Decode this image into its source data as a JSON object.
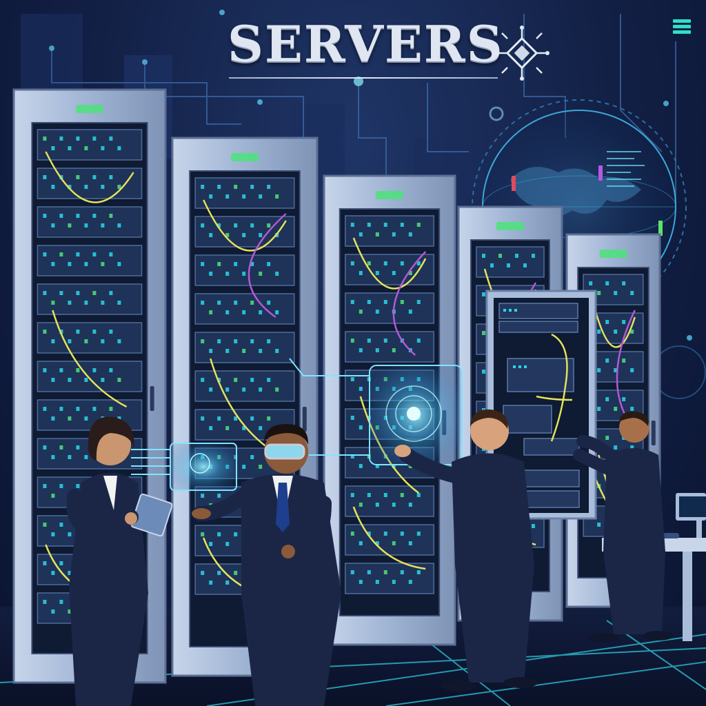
{
  "title": {
    "text": "SERVERS",
    "icon": "circuit-chip-icon"
  },
  "menu": {
    "icon": "hamburger-menu-icon"
  },
  "colors": {
    "background": "#121f44",
    "rack_frame": "#a9bddb",
    "rack_inner": "#0f1a33",
    "led_green": "#4be37a",
    "led_cyan": "#29d7e6",
    "cable_yellow": "#e3e35a",
    "cable_purple": "#b459d6",
    "suit": "#1b2647",
    "hologram": "#4fd6ff"
  },
  "scene": {
    "racks": 5,
    "people": 4,
    "holograms": 2
  }
}
